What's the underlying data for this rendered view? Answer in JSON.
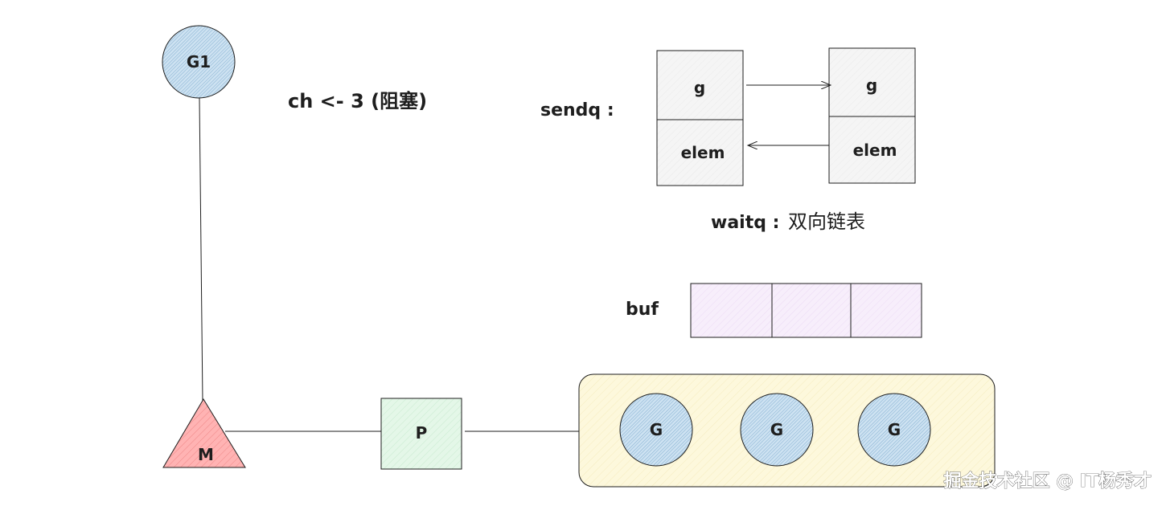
{
  "g1_label": "G1",
  "send_caption": "ch <- 3 (阻塞)",
  "sendq_label": "sendq :",
  "sendq_nodes": [
    {
      "top": "g",
      "bottom": "elem"
    },
    {
      "top": "g",
      "bottom": "elem"
    }
  ],
  "waitq_label": "waitq :",
  "waitq_desc": "双向链表",
  "buf_label": "buf",
  "m_label": "M",
  "p_label": "P",
  "runq_goroutines": [
    "G",
    "G",
    "G"
  ],
  "watermark": "掘金技术社区 @ IT杨秀才",
  "colors": {
    "goroutine_fill": "#a5d8ff",
    "m_fill": "#ffa8a8",
    "p_fill": "#d3f9d8",
    "queue_fill": "#fff3bf",
    "buf_fill": "#f3e2fb",
    "stroke": "#1e1e1e"
  }
}
